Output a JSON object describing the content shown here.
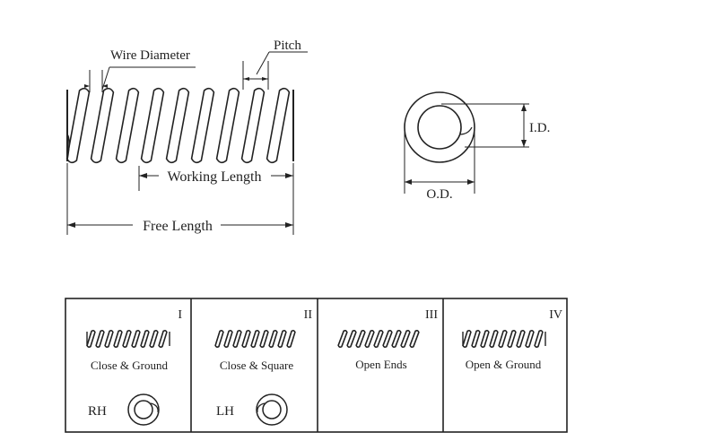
{
  "spring_diagram": {
    "wire_diameter_label": "Wire Diameter",
    "pitch_label": "Pitch",
    "working_length_label": "Working Length",
    "free_length_label": "Free Length"
  },
  "ring_diagram": {
    "id_label": "I.D.",
    "od_label": "O.D."
  },
  "end_types": [
    {
      "numeral": "I",
      "caption": "Close & Ground"
    },
    {
      "numeral": "II",
      "caption": "Close & Square"
    },
    {
      "numeral": "III",
      "caption": "Open Ends"
    },
    {
      "numeral": "IV",
      "caption": "Open & Ground"
    }
  ],
  "winding": {
    "rh_label": "RH",
    "lh_label": "LH"
  }
}
